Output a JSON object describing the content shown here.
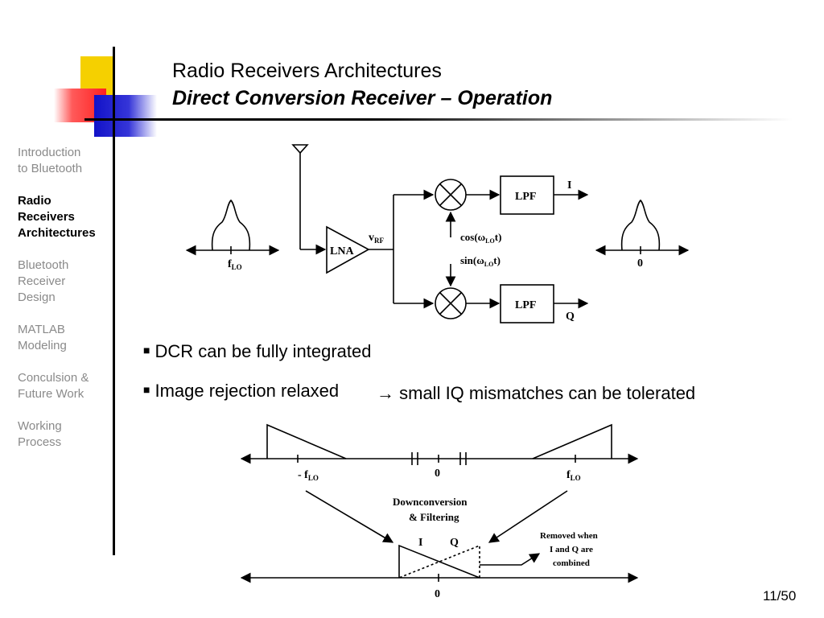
{
  "header": {
    "title_line1": "Radio Receivers Architectures",
    "title_line2": "Direct Conversion Receiver – Operation"
  },
  "sidebar": {
    "items": [
      {
        "label": "Introduction\nto Bluetooth",
        "active": false
      },
      {
        "label": "Radio\nReceivers\nArchitectures",
        "active": true
      },
      {
        "label": "Bluetooth\nReceiver\nDesign",
        "active": false
      },
      {
        "label": "MATLAB\nModeling",
        "active": false
      },
      {
        "label": "Conculsion &\nFuture Work",
        "active": false
      },
      {
        "label": "Working\nProcess",
        "active": false
      }
    ]
  },
  "bullets": {
    "b1": "DCR can be fully integrated",
    "b2": "Image rejection relaxed",
    "b2_arrow": "→",
    "b2_tail": "small IQ mismatches can be tolerated"
  },
  "diagram1": {
    "lna": "LNA",
    "vrf": "v",
    "vrf_sub": "RF",
    "lpf_top": "LPF",
    "lpf_bottom": "LPF",
    "out_i": "I",
    "out_q": "Q",
    "cos": "cos(ω",
    "cos_sub": "LO",
    "cos_end": "t)",
    "sin": "sin(ω",
    "sin_sub": "LO",
    "sin_end": "t)",
    "in_label": "f",
    "in_label_sub": "LO",
    "out_label": "0"
  },
  "diagram2": {
    "neg_f": "- f",
    "neg_f_sub": "LO",
    "zero_top": "0",
    "pos_f": "f",
    "pos_f_sub": "LO",
    "down_1": "Downconversion",
    "down_2": "& Filtering",
    "i_label": "I",
    "q_label": "Q",
    "removed_1": "Removed when",
    "removed_2": "I and Q are",
    "removed_3": "combined",
    "zero_bottom": "0"
  },
  "footer": {
    "page": "11/50"
  },
  "colors": {
    "logo_yellow": "#f5d000",
    "logo_red": "#ff2020",
    "logo_blue": "#1212c8",
    "nav_inactive": "#8a8a8a"
  }
}
